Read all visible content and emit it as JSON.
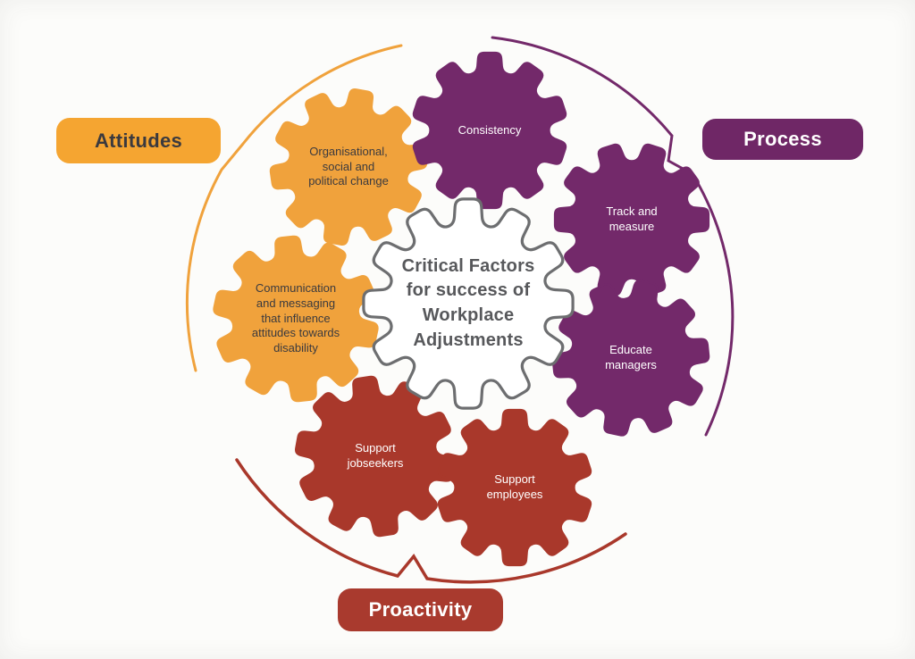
{
  "diagram": {
    "title": "Critical Factors for success of Workplace Adjustments",
    "background": "#fcfcfa",
    "categories": [
      {
        "id": "attitudes",
        "name": "Attitudes",
        "color": "#F0A23C",
        "label_bg": "#F5A531",
        "text_color": "#3B3A3E"
      },
      {
        "id": "process",
        "name": "Process",
        "color": "#73296A",
        "label_bg": "#6F2766",
        "text_color": "#FFFFFF"
      },
      {
        "id": "proactivity",
        "name": "Proactivity",
        "color": "#A9382B",
        "label_bg": "#A93A2E",
        "text_color": "#FFFFFF"
      }
    ],
    "gears": [
      {
        "label": "Organisational,\nsocial and\npolitical change",
        "category": 0
      },
      {
        "label": "Consistency",
        "category": 1
      },
      {
        "label": "Track and\nmeasure",
        "category": 1
      },
      {
        "label": "Educate\nmanagers",
        "category": 1
      },
      {
        "label": "Communication\nand messaging\nthat influence\nattitudes towards\ndisability",
        "category": 0
      },
      {
        "label": "Support\njobseekers",
        "category": 2
      },
      {
        "label": "Support\nemployees",
        "category": 2
      }
    ],
    "center": {
      "label": "Critical Factors\nfor success of\nWorkplace\nAdjustments",
      "fill": "#FFFFFF",
      "outline_color": "#6D6E70",
      "text_color": "#57585B"
    }
  }
}
